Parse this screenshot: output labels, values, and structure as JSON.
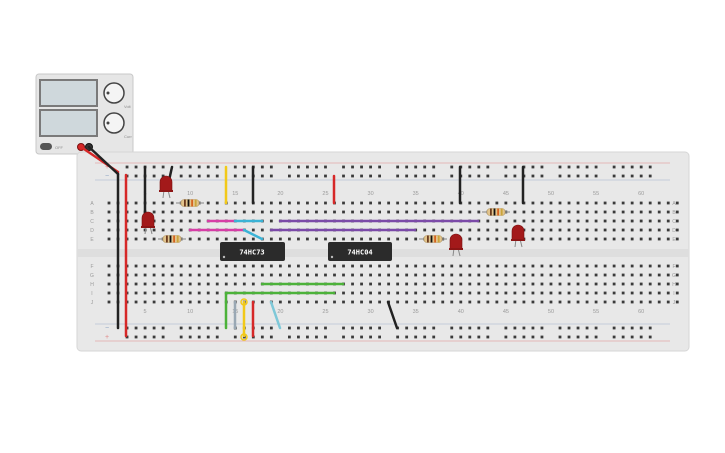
{
  "power_supply": {
    "knob_labels": [
      "Volt",
      "Curr"
    ],
    "switch_label": "OFF"
  },
  "breadboard": {
    "column_numbers": [
      "5",
      "10",
      "15",
      "20",
      "25",
      "30",
      "35",
      "40",
      "45",
      "50",
      "55",
      "60"
    ],
    "row_letters_top": [
      "A",
      "B",
      "C",
      "D",
      "E"
    ],
    "row_letters_bottom": [
      "F",
      "G",
      "H",
      "I",
      "J"
    ],
    "rail_signs": [
      "+",
      "−"
    ]
  },
  "chips": [
    {
      "id": "ic1",
      "label": "74HC73"
    },
    {
      "id": "ic2",
      "label": "74HC04"
    }
  ],
  "colors": {
    "board": "#e8e8e8",
    "hole": "#3a3a3a",
    "chip": "#2b2b2b",
    "led": "#a3191a",
    "wire_red": "#d62828",
    "wire_black": "#222222",
    "wire_yellow": "#f2c919",
    "wire_magenta": "#d63ea6",
    "wire_cyan": "#3bb3d6",
    "wire_purple": "#7b4aa8",
    "wire_green": "#4cb23a",
    "wire_lightblue": "#7ec8d8"
  }
}
